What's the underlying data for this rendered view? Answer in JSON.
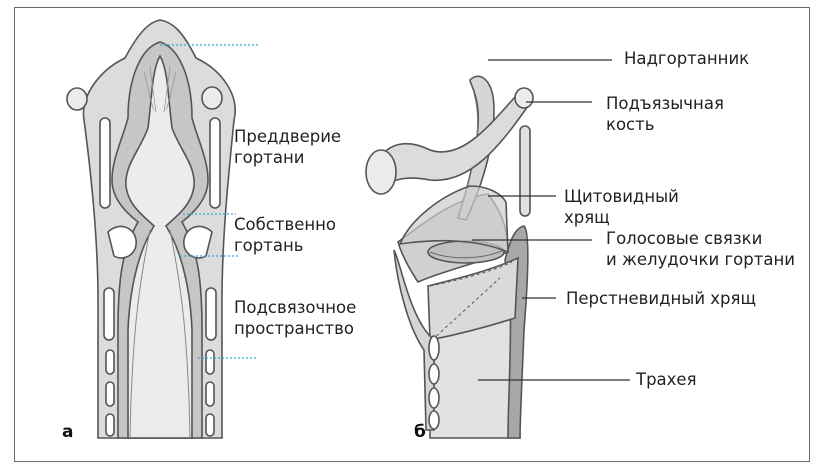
{
  "panel_a": {
    "letter": "а",
    "labels": {
      "vestibule_line1": "Преддверие",
      "vestibule_line2": "гортани",
      "proper_line1": "Собственно",
      "proper_line2": "гортань",
      "subglottic_line1": "Подсвязочное",
      "subglottic_line2": "пространство"
    }
  },
  "panel_b": {
    "letter": "б",
    "labels": {
      "epiglottis": "Надгортанник",
      "hyoid_line1": "Подъязычная",
      "hyoid_line2": "кость",
      "thyroid_line1": "Щитовидный",
      "thyroid_line2": "хрящ",
      "vocal_line1": "Голосовые связки",
      "vocal_line2": "и желудочки гортани",
      "cricoid": "Перстневидный хрящ",
      "trachea": "Трахея"
    }
  },
  "colors": {
    "frame": "#6b6b6b",
    "tissue": "#dcdcdc",
    "tissue_dark": "#bdbdbd",
    "outline": "#555555",
    "leader_dotted": "#3aa8d8",
    "leader_solid": "#333333"
  }
}
